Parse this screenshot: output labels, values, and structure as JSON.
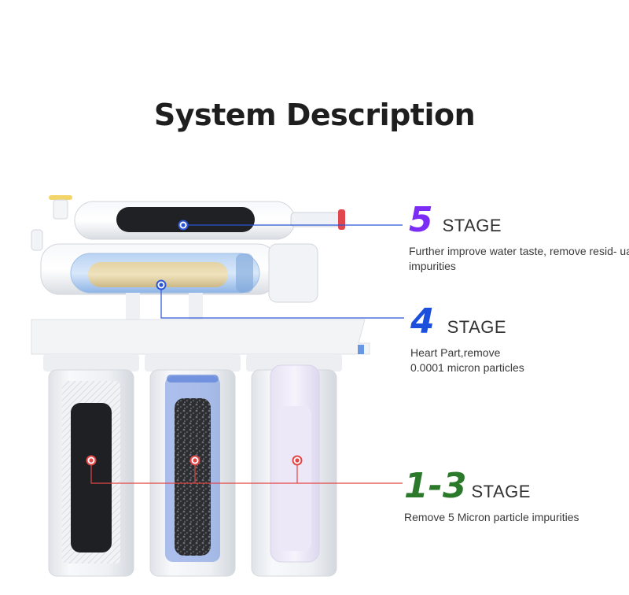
{
  "title": "System Description",
  "colors": {
    "stage5": "#7b2cf5",
    "stage4": "#1b4fdc",
    "stage13": "#2b7a2b",
    "line_blue": "#2b55d6",
    "line_red": "#e24646"
  },
  "stages": {
    "stage5": {
      "number": "5",
      "label": "STAGE",
      "description": "Further improve water taste, remove resid- ual impurities"
    },
    "stage4": {
      "number": "4",
      "label": "STAGE",
      "description_line1": "Heart Part,remove",
      "description_line2": "0.0001 micron particles"
    },
    "stage13": {
      "number": "1-3",
      "label": "STAGE",
      "description": "Remove 5 Micron particle impurities"
    }
  }
}
